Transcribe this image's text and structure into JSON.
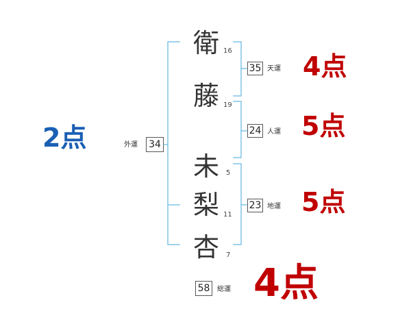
{
  "colors": {
    "bracket": "#7ec4e6",
    "score_red": "#c00000",
    "score_blue": "#1a5fb4"
  },
  "surname": [
    {
      "char": "衛",
      "strokes": "16"
    },
    {
      "char": "藤",
      "strokes": "19"
    }
  ],
  "given_name": [
    {
      "char": "未",
      "strokes": "5"
    },
    {
      "char": "梨",
      "strokes": "11"
    },
    {
      "char": "杏",
      "strokes": "7"
    }
  ],
  "fortunes": {
    "tenkaku": {
      "value": "35",
      "label": "天運",
      "score": "4点"
    },
    "jinkaku": {
      "value": "24",
      "label": "人運",
      "score": "5点"
    },
    "chikaku": {
      "value": "23",
      "label": "地運",
      "score": "5点"
    },
    "gaikaku": {
      "value": "34",
      "label": "外運",
      "score": "2点"
    },
    "soukaku": {
      "value": "58",
      "label": "総運",
      "score": "4点"
    }
  }
}
